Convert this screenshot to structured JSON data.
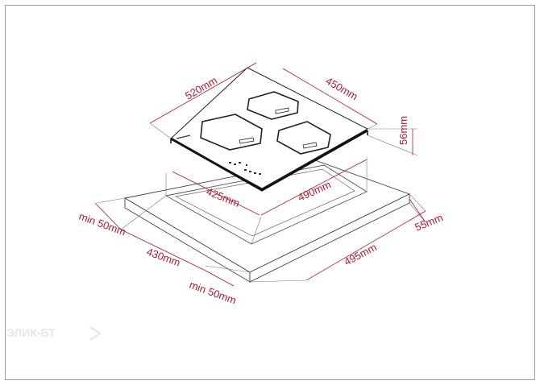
{
  "labels": {
    "hob_width": "520mm",
    "hob_depth": "450mm",
    "hob_height": "56mm",
    "cutout_width": "490mm",
    "cutout_depth": "425mm",
    "space_depth": "55mm",
    "worktop_width": "495mm",
    "worktop_depth": "430mm",
    "min_clearance_left": "min 50mm",
    "min_clearance_front": "min 50mm"
  },
  "watermark": "ЭЛИК-БТ",
  "colors": {
    "dimension": "#b0192b",
    "outline": "#222222",
    "frame": "#9a9a9a"
  }
}
